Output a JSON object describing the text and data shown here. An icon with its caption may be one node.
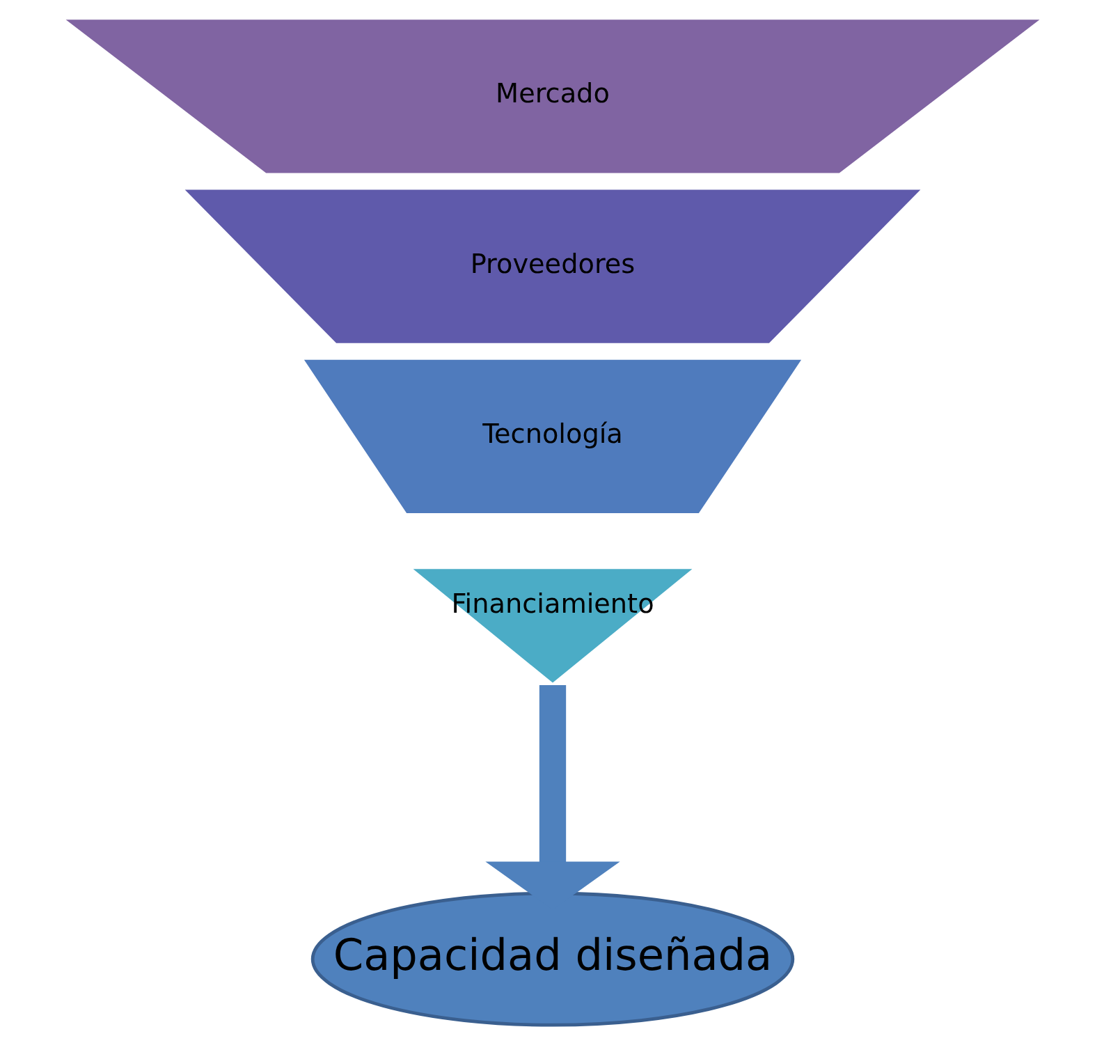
{
  "diagram": {
    "nodes": [
      {
        "text": [
          "Mercado"
        ]
      },
      {
        "text": [
          "Proveedores"
        ]
      },
      {
        "text": [
          "Tecnología"
        ]
      },
      {
        "text": [
          "Financiamiento"
        ]
      },
      {
        "text": [
          "Capacidad diseñada"
        ]
      }
    ],
    "edges": [
      {
        "from": 3,
        "to": 4,
        "arrow": "to"
      }
    ]
  }
}
